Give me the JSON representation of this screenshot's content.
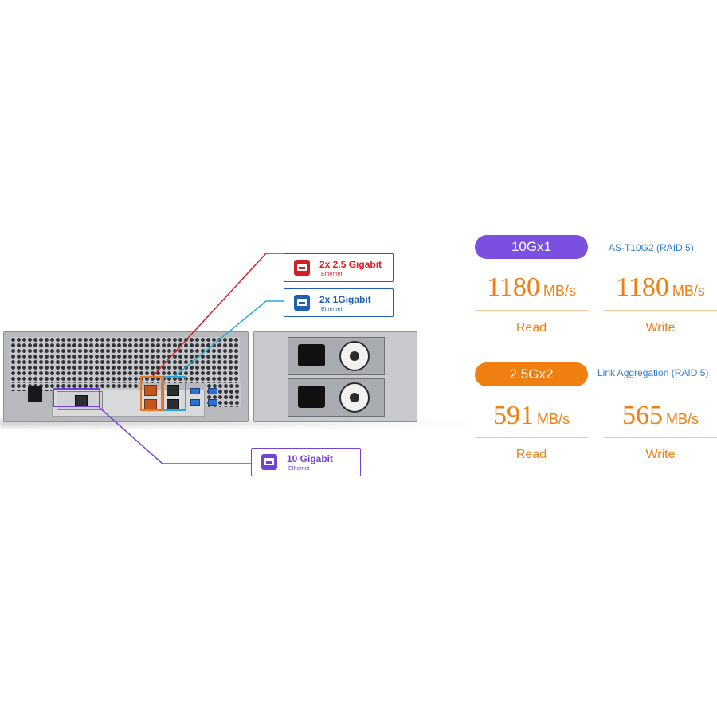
{
  "callouts": {
    "port_25g": {
      "title": "2x 2.5 Gigabit",
      "subtitle": "Ethernet",
      "icon": "ethernet-port-icon",
      "color": "#d21f26"
    },
    "port_1g": {
      "title": "2x 1Gigabit",
      "subtitle": "Ethernet",
      "icon": "ethernet-port-icon",
      "color": "#1e5fb3"
    },
    "port_10g": {
      "title": "10 Gigabit",
      "subtitle": "Ethernet",
      "icon": "ethernet-port-icon",
      "color": "#7442d8"
    }
  },
  "performance": [
    {
      "badge": "10Gx1",
      "badge_color": "#7b4fe0",
      "config": "AS-T10G2 (RAID 5)",
      "read": {
        "value": "1180",
        "unit": "MB/s",
        "label": "Read"
      },
      "write": {
        "value": "1180",
        "unit": "MB/s",
        "label": "Write"
      }
    },
    {
      "badge": "2.5Gx2",
      "badge_color": "#f07f12",
      "config": "Link Aggregation (RAID 5)",
      "read": {
        "value": "591",
        "unit": "MB/s",
        "label": "Read"
      },
      "write": {
        "value": "565",
        "unit": "MB/s",
        "label": "Write"
      }
    }
  ],
  "colors": {
    "accent_orange": "#f07f12",
    "config_blue": "#2f7fd0"
  }
}
